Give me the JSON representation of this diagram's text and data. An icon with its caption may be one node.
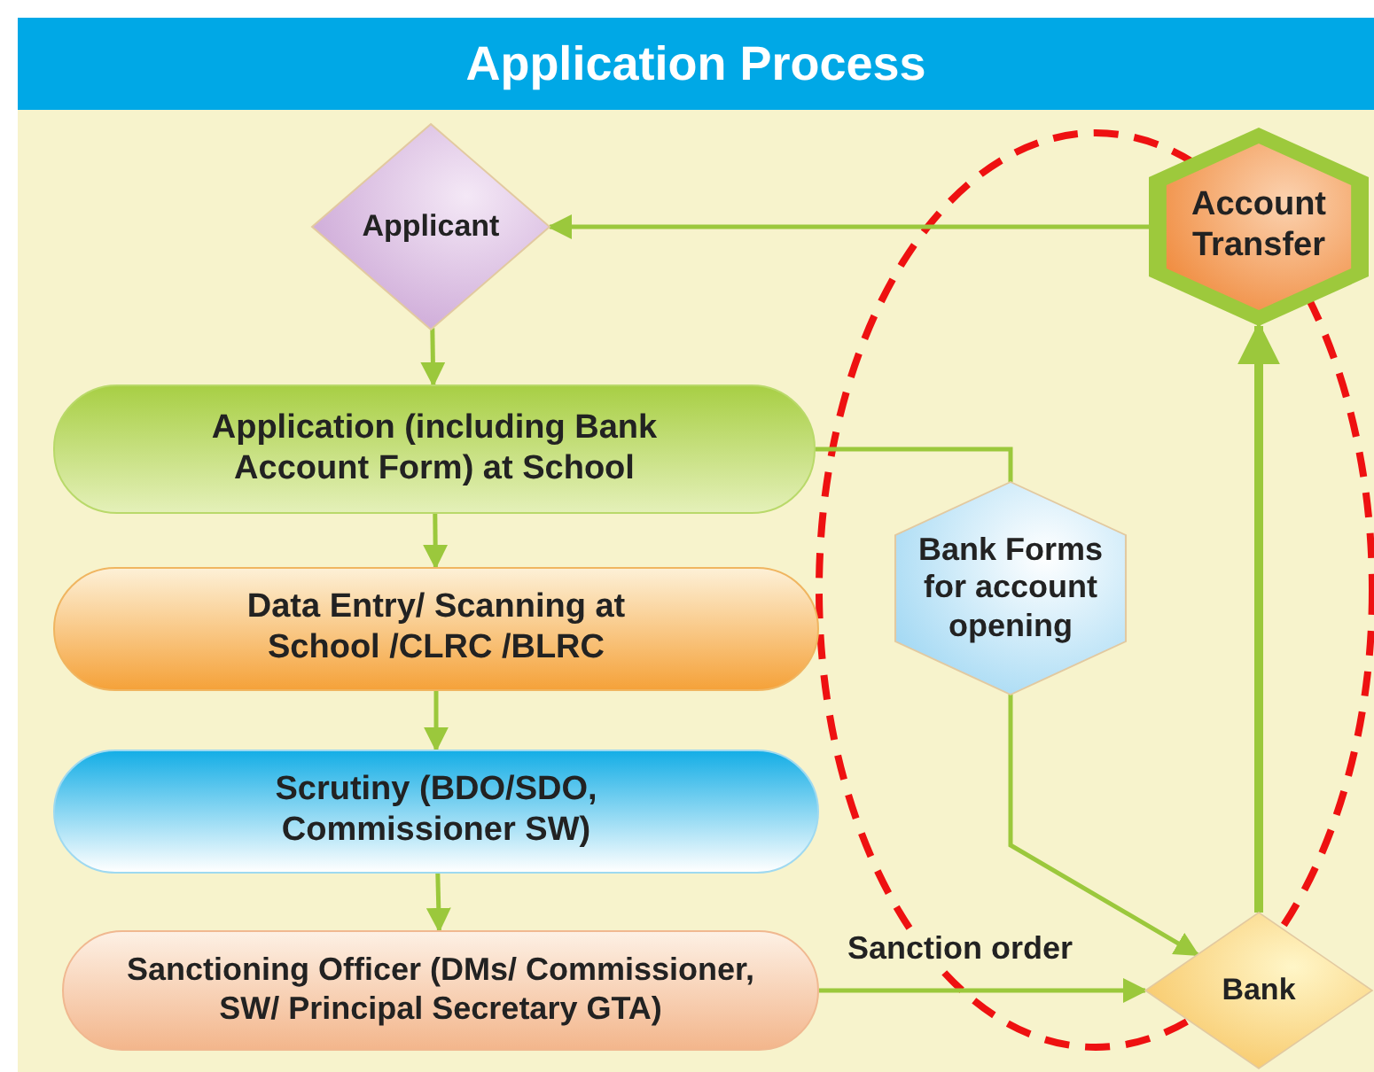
{
  "diagram": {
    "title": "Application Process",
    "nodes": [
      {
        "text": [
          "Applicant"
        ]
      },
      {
        "text": [
          "Account Transfer"
        ]
      },
      {
        "text": [
          "Application (including Bank Account Form) at School"
        ]
      },
      {
        "text": [
          "Data Entry/ Scanning at School /CLRC /BLRC"
        ]
      },
      {
        "text": [
          "Scrutiny (BDO/SDO, Commissioner SW)"
        ]
      },
      {
        "text": [
          "Sanctioning Officer (DMs/ Commissioner, SW/ Principal Secretary  GTA)"
        ]
      },
      {
        "text": [
          "Bank Forms for account opening"
        ]
      },
      {
        "text": [
          "Bank"
        ]
      }
    ],
    "edges": [
      {
        "from": 1,
        "to": 0,
        "arrow": "to"
      },
      {
        "from": 0,
        "to": 2,
        "arrow": "to"
      },
      {
        "from": 2,
        "to": 3,
        "arrow": "to"
      },
      {
        "from": 3,
        "to": 4,
        "arrow": "to"
      },
      {
        "from": 4,
        "to": 5,
        "arrow": "to"
      },
      {
        "from": 5,
        "to": 7,
        "arrow": "to",
        "label": "Sanction order"
      },
      {
        "from": 2,
        "to": 6,
        "arrow": "none"
      },
      {
        "from": 6,
        "to": 7,
        "arrow": "to"
      },
      {
        "from": 7,
        "to": 1,
        "arrow": "to",
        "style": "thick"
      }
    ]
  }
}
